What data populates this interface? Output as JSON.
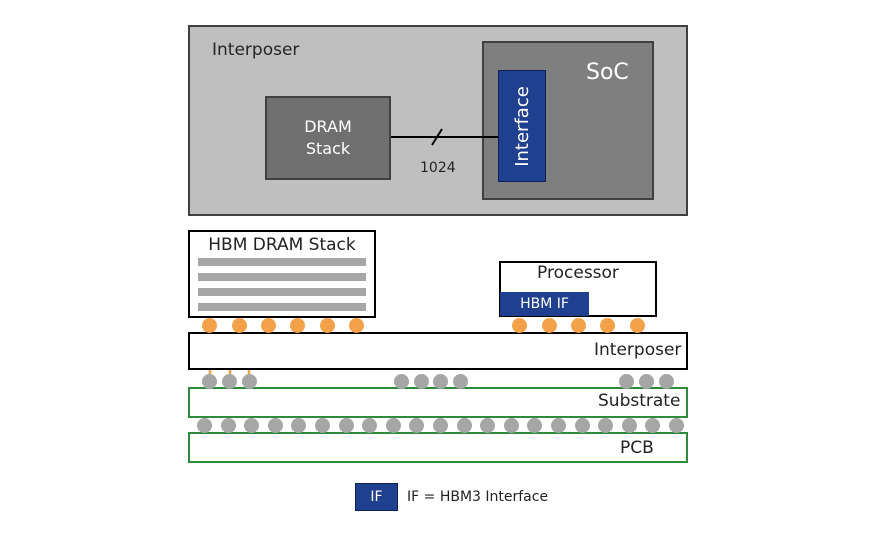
{
  "top_diagram": {
    "interposer_label": "Interposer",
    "soc_label": "SoC",
    "interface_label": "Interface",
    "dram_label_line1": "DRAM",
    "dram_label_line2": "Stack",
    "bus_width_label": "1024"
  },
  "bottom_diagram": {
    "hbm_stack_label": "HBM DRAM Stack",
    "processor_label": "Processor",
    "hbm_if_label": "HBM IF",
    "interposer_label": "Interposer",
    "substrate_label": "Substrate",
    "pcb_label": "PCB"
  },
  "legend": {
    "key": "IF",
    "text": "IF = HBM3 Interface"
  },
  "colors": {
    "interface_blue": "#1f3f8f",
    "bump_orange": "#f4a24a",
    "bump_gray": "#a6a6a6",
    "substrate_green": "#2e8b3e"
  }
}
